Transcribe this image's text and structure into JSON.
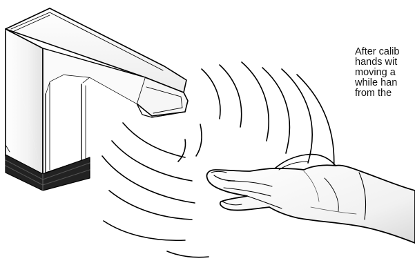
{
  "caption": {
    "lines": [
      "After calib",
      "hands wit",
      "moving a",
      "while han",
      "from the"
    ]
  },
  "illustration": {
    "objects": [
      "faucet",
      "sensor-waves",
      "hand"
    ],
    "line_color": "#000000",
    "faucet_base_color": "#222222"
  }
}
